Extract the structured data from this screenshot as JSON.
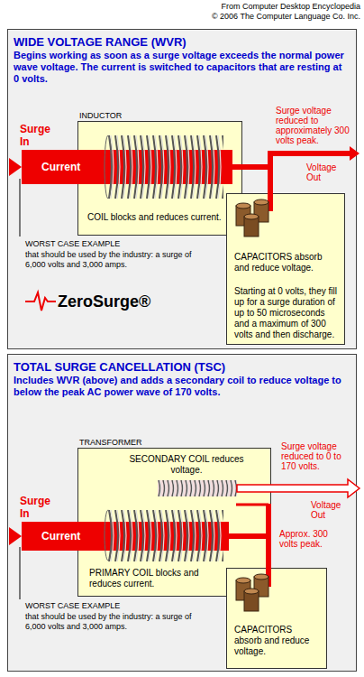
{
  "diagram": {
    "nodes": [
      {
        "text": [
          "WIDE VOLTAGE RANGE (WVR)",
          "Begins working as soon as a surge voltage exceeds the normal power wave voltage. The current is switched to capacitors that are resting at 0 volts."
        ]
      },
      {
        "text": [
          "INDUCTOR",
          "COIL blocks and reduces current."
        ],
        "in": 0
      },
      {
        "text": [
          "CAPACITORS absorb and reduce voltage.",
          "Starting at 0 volts, they fill up for a surge duration of up to 50 microseconds and a maximum of 300 volts and then discharge."
        ],
        "in": 0
      },
      {
        "text": [
          "TOTAL SURGE CANCELLATION (TSC)",
          "Includes WVR (above) and adds a secondary coil to reduce voltage to below the peak AC power wave of 170 volts."
        ]
      },
      {
        "text": [
          "TRANSFORMER",
          "SECONDARY COIL reduces voltage.",
          "PRIMARY COIL blocks and reduces current."
        ],
        "in": 3
      },
      {
        "text": [
          "CAPACITORS absorb and reduce voltage."
        ],
        "in": 3
      }
    ],
    "labels": [
      "From Computer Desktop Encyclopedia",
      "© 2006 The Computer Language Co. Inc.",
      "Surge In",
      "Current",
      "Surge voltage reduced to approximately 300 volts peak.",
      "Voltage Out",
      "WORST CASE EXAMPLE",
      "that should be used by the industry: a surge of 6,000 volts and 3,000 amps.",
      "ZeroSurge®",
      "Surge voltage reduced to 0 to 170 volts.",
      "Voltage Out",
      "Approx. 300 volts peak.",
      "Surge In",
      "Current",
      "WORST CASE EXAMPLE",
      "that should be used by the industry: a surge of 6,000 volts and 3,000 amps."
    ]
  }
}
